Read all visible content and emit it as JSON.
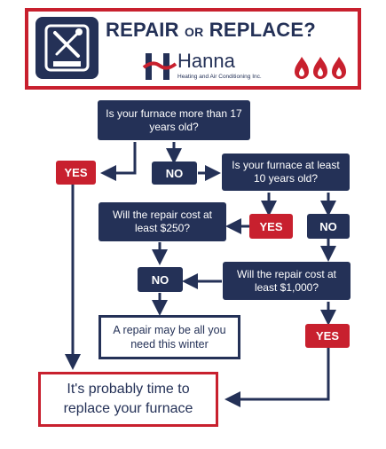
{
  "header": {
    "title_part1": "REPAIR",
    "title_or": "OR",
    "title_part2": "REPLACE?",
    "brand_name": "Hanna",
    "brand_sub": "Heating and Air Conditioning Inc."
  },
  "colors": {
    "navy": "#243157",
    "red": "#c8202e",
    "white": "#ffffff"
  },
  "icons": {
    "header_logo": "wrench-screwdriver-icon",
    "brand_mark": "h-logo-icon",
    "flames": "flame-icon"
  },
  "flow": {
    "q1": "Is your furnace more than 17 years old?",
    "q1_yes": "YES",
    "q1_no": "NO",
    "q2": "Is your furnace at least 10 years old?",
    "q2_yes": "YES",
    "q2_no": "NO",
    "q3": "Will the repair cost at least $250?",
    "q3_no": "NO",
    "q4": "Will the repair cost at least $1,000?",
    "q4_yes": "YES",
    "repair_result": "A repair may be all you need this winter",
    "replace_result": "It's probably time to replace your furnace"
  }
}
